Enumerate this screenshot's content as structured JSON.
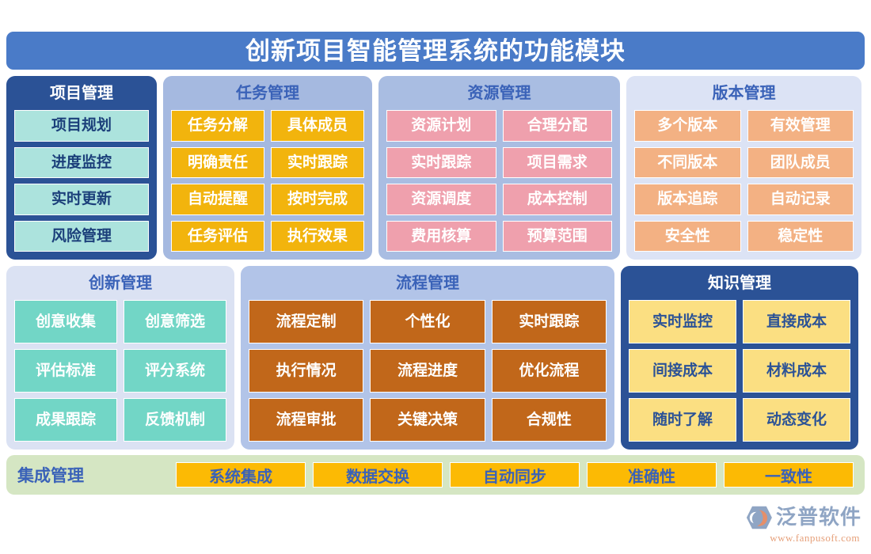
{
  "header": {
    "title": "创新项目智能管理系统的功能模块",
    "background_color": "#4a7bc8",
    "text_color": "#ffffff"
  },
  "panels": [
    {
      "id": "project",
      "title": "项目管理",
      "columns": 1,
      "panel_color": "#2b5296",
      "title_color": "#ffffff",
      "item_color": "#ace3dd",
      "item_text_color": "#1b3f7a",
      "items": [
        "项目规划",
        "进度监控",
        "实时更新",
        "风险管理"
      ]
    },
    {
      "id": "task",
      "title": "任务管理",
      "columns": 2,
      "panel_color": "#a5b9e0",
      "title_color": "#3a62b8",
      "item_color": "#f2b40d",
      "item_text_color": "#ffffff",
      "items": [
        "任务分解",
        "具体成员",
        "明确责任",
        "实时跟踪",
        "自动提醒",
        "按时完成",
        "任务评估",
        "执行效果"
      ]
    },
    {
      "id": "resource",
      "title": "资源管理",
      "columns": 2,
      "panel_color": "#a9bde2",
      "title_color": "#3a62b8",
      "item_color": "#efa0ad",
      "item_text_color": "#ffffff",
      "items": [
        "资源计划",
        "合理分配",
        "实时跟踪",
        "项目需求",
        "资源调度",
        "成本控制",
        "费用核算",
        "预算范围"
      ]
    },
    {
      "id": "version",
      "title": "版本管理",
      "columns": 2,
      "panel_color": "#dce3f5",
      "title_color": "#3a62b8",
      "item_color": "#f3b183",
      "item_text_color": "#ffffff",
      "items": [
        "多个版本",
        "有效管理",
        "不同版本",
        "团队成员",
        "版本追踪",
        "自动记录",
        "安全性",
        "稳定性"
      ]
    },
    {
      "id": "innovate",
      "title": "创新管理",
      "columns": 2,
      "panel_color": "#dbe2f3",
      "title_color": "#3a62b8",
      "item_color": "#72d6c6",
      "item_text_color": "#ffffff",
      "items": [
        "创意收集",
        "创意筛选",
        "评估标准",
        "评分系统",
        "成果跟踪",
        "反馈机制"
      ]
    },
    {
      "id": "process",
      "title": "流程管理",
      "columns": 3,
      "panel_color": "#b2c4e8",
      "title_color": "#3a62b8",
      "item_color": "#c1671a",
      "item_text_color": "#ffffff",
      "items": [
        "流程定制",
        "个性化",
        "实时跟踪",
        "执行情况",
        "流程进度",
        "优化流程",
        "流程审批",
        "关键决策",
        "合规性"
      ]
    },
    {
      "id": "knowledge",
      "title": "知识管理",
      "columns": 2,
      "panel_color": "#2b5296",
      "title_color": "#ffffff",
      "item_color": "#fbdf82",
      "item_text_color": "#2b5296",
      "items": [
        "实时监控",
        "直接成本",
        "间接成本",
        "材料成本",
        "随时了解",
        "动态变化"
      ]
    }
  ],
  "integration": {
    "label": "集成管理",
    "background_color": "#d5e6c3",
    "item_color": "#fcba04",
    "item_text_color": "#3a62b8",
    "items": [
      "系统集成",
      "数据交换",
      "自动同步",
      "准确性",
      "一致性"
    ]
  },
  "logo": {
    "name": "泛普软件",
    "url": "www.fanpusoft.com",
    "mark_color_blue": "#8fa5c4",
    "mark_color_orange": "#e58f6a",
    "name_color": "#8fa5c4",
    "url_color": "#e6a07a"
  }
}
